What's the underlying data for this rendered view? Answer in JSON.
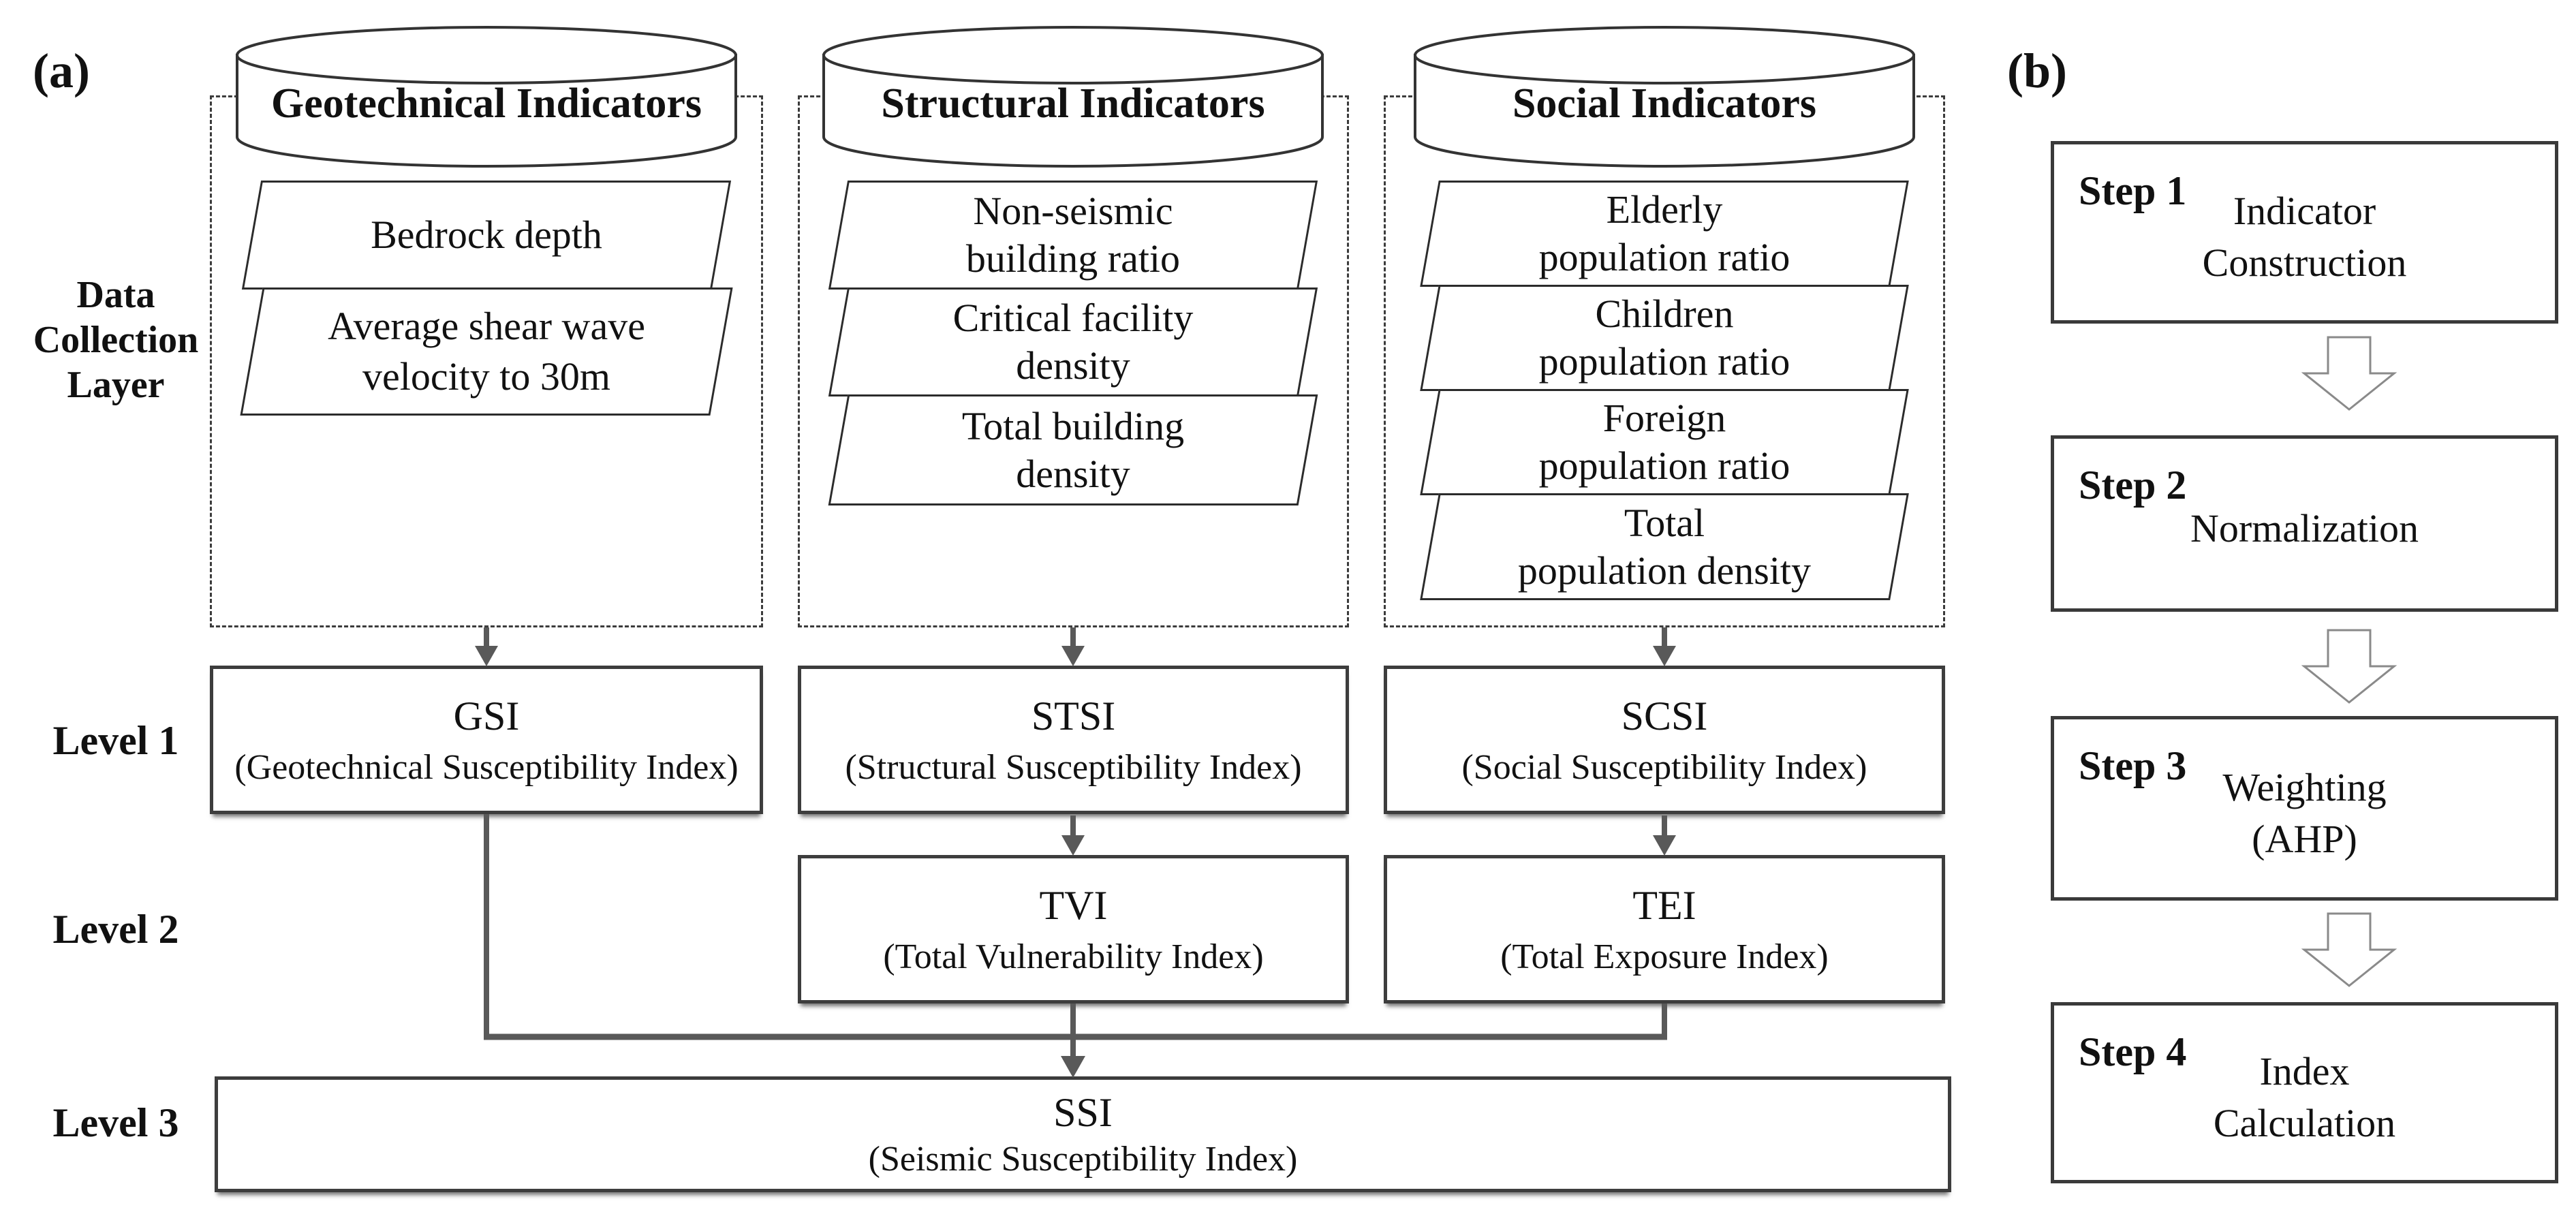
{
  "colors": {
    "ink": "#111111",
    "line_gray": "#595959",
    "border_dark": "#3d3d3d",
    "block_arrow_outline": "#8a8a8a"
  },
  "a": {
    "label": "(a)",
    "side_labels": {
      "data_collection": [
        "Data",
        "Collection",
        "Layer"
      ],
      "level1": "Level 1",
      "level2": "Level 2",
      "level3": "Level 3"
    },
    "columns": [
      {
        "header": "Geotechnical Indicators",
        "items": [
          [
            "Bedrock depth"
          ],
          [
            "Average shear wave",
            "velocity to 30m"
          ]
        ],
        "level1": {
          "acronym": "GSI",
          "full": "(Geotechnical Susceptibility Index)"
        }
      },
      {
        "header": "Structural Indicators",
        "items": [
          [
            "Non-seismic",
            "building ratio"
          ],
          [
            "Critical facility",
            "density"
          ],
          [
            "Total building",
            "density"
          ]
        ],
        "level1": {
          "acronym": "STSI",
          "full": "(Structural Susceptibility Index)"
        }
      },
      {
        "header": "Social Indicators",
        "items": [
          [
            "Elderly",
            "population ratio"
          ],
          [
            "Children",
            "population ratio"
          ],
          [
            "Foreign",
            "population ratio"
          ],
          [
            "Total",
            "population density"
          ]
        ],
        "level1": {
          "acronym": "SCSI",
          "full": "(Social Susceptibility Index)"
        }
      }
    ],
    "level2_boxes": [
      {
        "acronym": "TVI",
        "full": "(Total Vulnerability Index)"
      },
      {
        "acronym": "TEI",
        "full": "(Total Exposure Index)"
      }
    ],
    "level3_box": {
      "acronym": "SSI",
      "full": "(Seismic Susceptibility Index)"
    }
  },
  "b": {
    "label": "(b)",
    "steps": [
      {
        "label": "Step 1",
        "lines": [
          "Indicator",
          "Construction"
        ]
      },
      {
        "label": "Step 2",
        "lines": [
          "Normalization"
        ]
      },
      {
        "label": "Step 3",
        "lines": [
          "Weighting",
          "(AHP)"
        ]
      },
      {
        "label": "Step 4",
        "lines": [
          "Index",
          "Calculation"
        ]
      }
    ]
  }
}
